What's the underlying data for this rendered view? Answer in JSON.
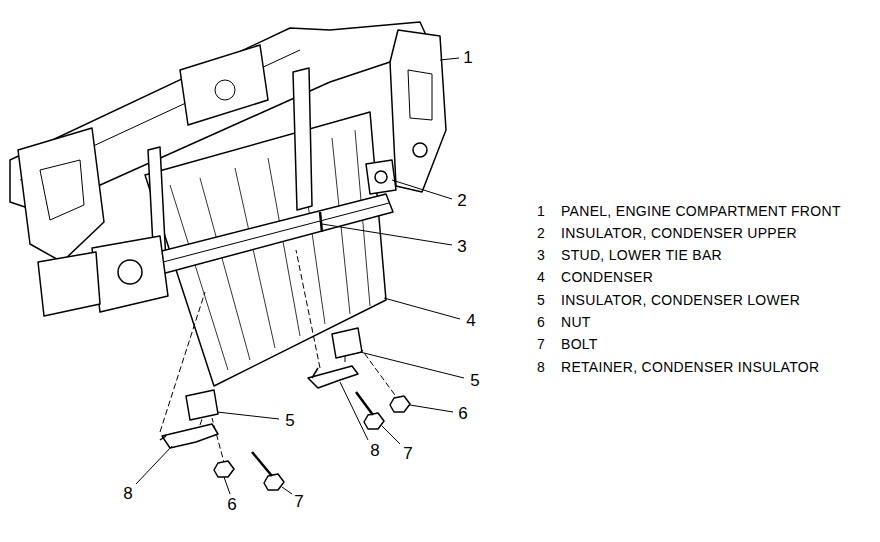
{
  "diagram": {
    "labels": [
      "1",
      "2",
      "3",
      "4",
      "5",
      "5",
      "6",
      "8",
      "7",
      "8",
      "6",
      "7",
      "1",
      "PANEL, ENGINE COMPARTMENT FRONT",
      "2",
      "INSULATOR, CONDENSER UPPER",
      "3",
      "STUD, LOWER TIE BAR",
      "4",
      "CONDENSER",
      "5",
      "INSULATOR, CONDENSER LOWER",
      "6",
      "NUT",
      "7",
      "BOLT",
      "8",
      "RETAINER, CONDENSER INSULATOR"
    ]
  }
}
